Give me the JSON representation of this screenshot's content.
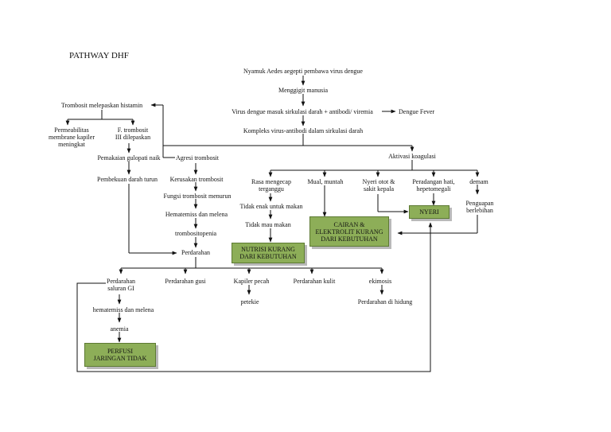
{
  "title": "PATHWAY DHF",
  "nodes": {
    "nyamuk": "Nyamuk Aedes aegepti pembawa virus dengue",
    "menggigit": "Menggigit manusia",
    "virus": "Virus dengue masuk sirkulasi darah + antibodi/ viremia",
    "dengue_fever": "Dengue Fever",
    "kompleks": "Kompleks virus-antibodi dalam sirkulasi darah",
    "trombosit_histamin": "Trombosit melepaskan histamin",
    "permeabilitas": "Permeabilitas\nmembrane kapiler\nmeningkat",
    "f_trombosit": "F. trombosit\nIII dilepaskan",
    "pemakaian": "Pemakaian gulopati naik",
    "pembekuan": "Pembekuan darah turun",
    "agresi": "Agresi trombosit",
    "kerusakan": "Kerusakan trombosit",
    "fungsi": "Fungsi trombosit menurun",
    "hematemisis1": "Hematemiss dan melena",
    "trombositopenia": "trombositopenia",
    "perdarahan": "Perdarahan",
    "aktivasi": "Aktivasi koagulasi",
    "rasa": "Rasa mengecap\nterganggu",
    "mual": "Mual, muntah",
    "nyeri_otot": "Nyeri otot &\nsakit kepala",
    "peradangan": "Peradangan hati,\nhepetomegali",
    "demam": "demam",
    "tidak_enak": "Tidak enak untuk makan",
    "tidak_mau": "Tidak mau makan",
    "penguapan": "Penguapan\nberlebihan",
    "perdarahan_gi": "Perdarahan\nsaluran GI",
    "perdarahan_gusi": "Perdarahan gusi",
    "kapiler": "Kapiler pecah",
    "perdarahan_kulit": "Perdarahan kulit",
    "ekimosis": "ekimosis",
    "petekie": "petekie",
    "perdarahan_hidung": "Perdarahan di hidung",
    "hematemisis2": "hematemiss dan melena",
    "anemia": "anemia"
  },
  "diagnoses": {
    "nyeri": "NYERI",
    "cairan": "CAIRAN &\nELEKTROLIT KURANG\nDARI KEBUTUHAN",
    "nutrisi": "NUTRISI KURANG\nDARI KEBUTUHAN",
    "perfusi": "PERFUSI\nJARINGAN TIDAK"
  },
  "colors": {
    "diagnosis_fill": "#8dae58",
    "diagnosis_border": "#5d7a33",
    "line": "#111111"
  }
}
